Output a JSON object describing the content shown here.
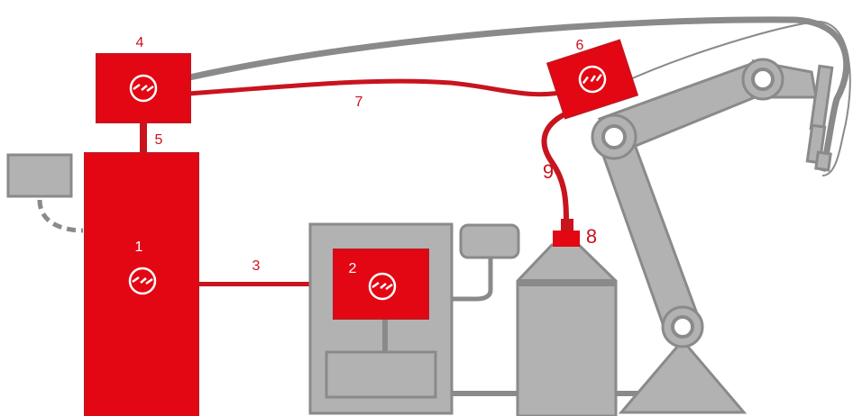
{
  "colors": {
    "red": "#e30613",
    "red_dark": "#c8141e",
    "gray": "#b2b2b2",
    "gray_dark": "#8c8c8c",
    "gray_line": "#8a8a8a",
    "white": "#ffffff"
  },
  "icons": {
    "module": "chain-link-icon"
  },
  "labels": {
    "n1": "1",
    "n2": "2",
    "n3": "3",
    "n4": "4",
    "n5": "5",
    "n6": "6",
    "n7": "7",
    "n8": "8",
    "n9": "9"
  }
}
